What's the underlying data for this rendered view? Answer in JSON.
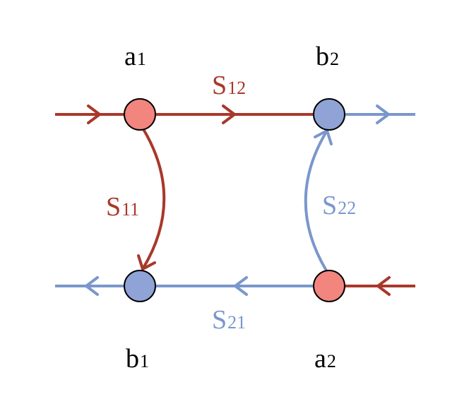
{
  "colors": {
    "red": "#a8382a",
    "blue": "#7a97cc",
    "node_red": "#f2857e",
    "node_blue": "#8fa3d6",
    "outline": "#000000"
  },
  "nodes": {
    "a1": {
      "base": "a",
      "sub": "1"
    },
    "b2": {
      "base": "b",
      "sub": "2"
    },
    "b1": {
      "base": "b",
      "sub": "1"
    },
    "a2": {
      "base": "a",
      "sub": "2"
    }
  },
  "edges": {
    "s12": {
      "base": "S",
      "sub": "12"
    },
    "s11": {
      "base": "S",
      "sub": "11"
    },
    "s22": {
      "base": "S",
      "sub": "22"
    },
    "s21": {
      "base": "S",
      "sub": "21"
    }
  }
}
